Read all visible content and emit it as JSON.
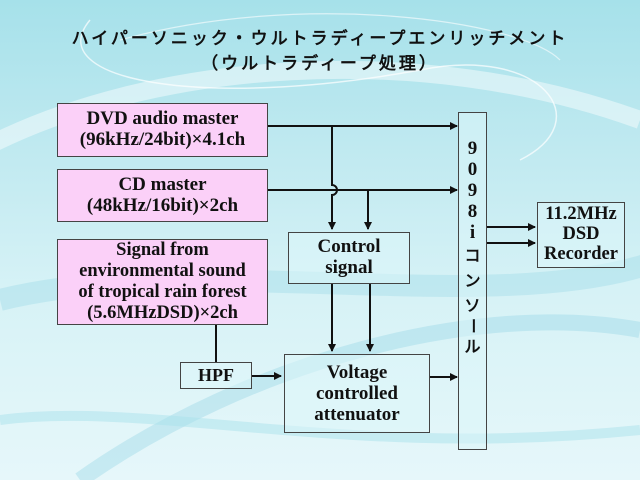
{
  "title": {
    "line1": "ハイパーソニック・ウルトラディープエンリッチメント",
    "line2": "（ウルトラディープ処理）"
  },
  "sources": {
    "dvd": {
      "line1": "DVD audio master",
      "line2": "(96kHz/24bit)×4.1ch"
    },
    "cd": {
      "line1": "CD master",
      "line2": "(48kHz/16bit)×2ch"
    },
    "signal": {
      "line1": "Signal from",
      "line2": "environmental sound",
      "line3": "of tropical rain forest",
      "line4": "(5.6MHzDSD)×2ch"
    }
  },
  "blocks": {
    "hpf": "HPF",
    "control": {
      "line1": "Control",
      "line2": "signal"
    },
    "vca": {
      "line1": "Voltage",
      "line2": "controlled",
      "line3": "attenuator"
    },
    "console": [
      "9",
      "0",
      "9",
      "8",
      "i",
      "コ",
      "ン",
      "ソ",
      "ー",
      "ル"
    ],
    "recorder": {
      "line1": "11.2MHz",
      "line2": "DSD",
      "line3": "Recorder"
    }
  },
  "colors": {
    "source_fill": "#fbd0f8",
    "line": "#111111",
    "background": "#c8eef4"
  }
}
